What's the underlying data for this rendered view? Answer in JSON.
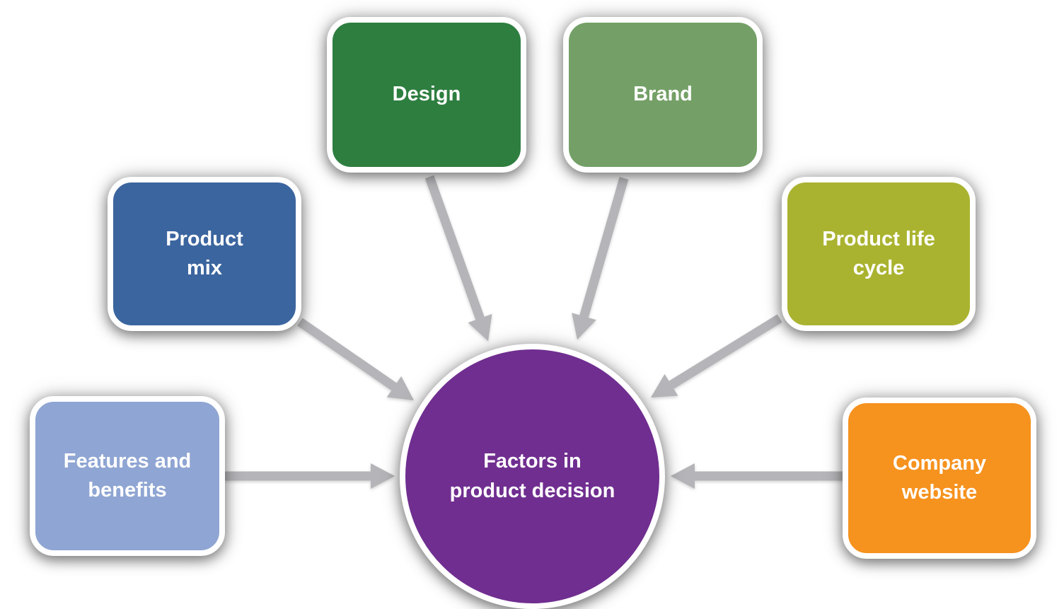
{
  "diagram": {
    "background": "#ffffff",
    "arrow_color": "#b5b5b9",
    "node_border_color": "#ffffff",
    "text_color": "#ffffff",
    "center": {
      "id": "center",
      "label": "Factors in product decision",
      "lines": [
        "Factors in",
        "product decision"
      ],
      "shape": "circle",
      "color": "#702e90"
    },
    "nodes": [
      {
        "id": "design",
        "label": "Design",
        "lines": [
          "Design"
        ],
        "color": "#2e7e40"
      },
      {
        "id": "brand",
        "label": "Brand",
        "lines": [
          "Brand"
        ],
        "color": "#74a067"
      },
      {
        "id": "product-mix",
        "label": "Product mix",
        "lines": [
          "Product",
          "mix"
        ],
        "color": "#3b659f"
      },
      {
        "id": "product-life-cycle",
        "label": "Product life cycle",
        "lines": [
          "Product life",
          "cycle"
        ],
        "color": "#aab32f"
      },
      {
        "id": "features-and-benefits",
        "label": "Features and benefits",
        "lines": [
          "Features and",
          "benefits"
        ],
        "color": "#8fa5d3"
      },
      {
        "id": "company-website",
        "label": "Company website",
        "lines": [
          "Company",
          "website"
        ],
        "color": "#f6921e"
      }
    ],
    "edges": [
      {
        "from": "design",
        "to": "center"
      },
      {
        "from": "brand",
        "to": "center"
      },
      {
        "from": "product-mix",
        "to": "center"
      },
      {
        "from": "product-life-cycle",
        "to": "center"
      },
      {
        "from": "features-and-benefits",
        "to": "center"
      },
      {
        "from": "company-website",
        "to": "center"
      }
    ]
  }
}
